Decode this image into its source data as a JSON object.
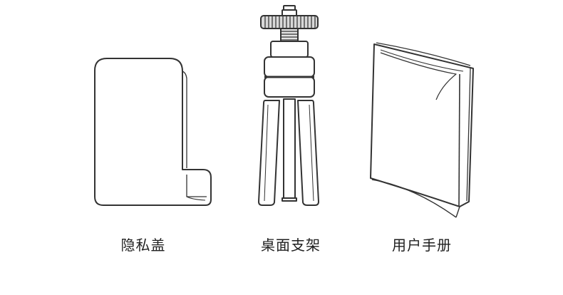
{
  "items": [
    {
      "name": "隐私盖",
      "icon": "privacy-cover-icon"
    },
    {
      "name": "桌面支架",
      "icon": "desktop-tripod-stand-icon"
    },
    {
      "name": "用户手册",
      "icon": "user-manual-booklet-icon"
    }
  ],
  "colors": {
    "line": "#333333",
    "fill": "#ffffff",
    "text": "#1f1f1f"
  }
}
